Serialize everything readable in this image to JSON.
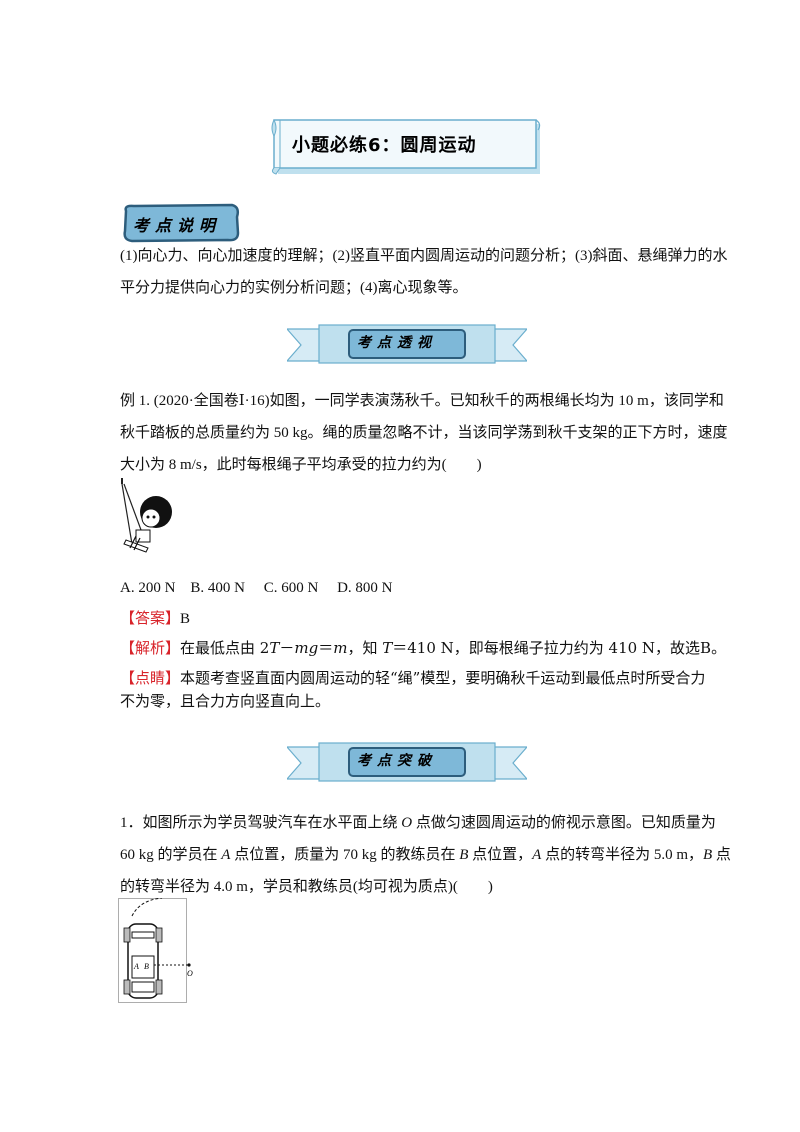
{
  "title": "小题必练6：圆周运动",
  "sections": {
    "explain": "考点说明",
    "analysis": "考点透视",
    "breakthrough": "考点突破"
  },
  "intro": {
    "line1": "(1)向心力、向心加速度的理解；(2)竖直平面内圆周运动的问题分析；(3)斜面、悬绳弹力的水",
    "line2": "平分力提供向心力的实例分析问题；(4)离心现象等。"
  },
  "example": {
    "line1": "例 1. (2020·全国卷Ⅰ·16)如图，一同学表演荡秋千。已知秋千的两根绳长均为 10 m，该同学和",
    "line2": "秋千踏板的总质量约为 50 kg。绳的质量忽略不计，当该同学荡到秋千支架的正下方时，速度",
    "line3": "大小为 8 m/s，此时每根绳子平均承受的拉力约为(　　)",
    "options": "A. 200 N　B. 400 N　 C. 600 N　 D. 800 N",
    "answer_label": "【答案】",
    "answer": "B",
    "analysis_label": "【解析】",
    "analysis_a": "在最低点由 2",
    "analysis_T": "T",
    "analysis_b": "－",
    "analysis_mg": "mg",
    "analysis_c": "＝",
    "analysis_m": "m",
    "analysis_d": "，知 ",
    "analysis_T2": "T",
    "analysis_e": "＝410 N，即每根绳子拉力约为 410 N，故选B。",
    "tip_label": "【点睛】",
    "tip_line1": "本题考查竖直面内圆周运动的轻“绳”模型，要明确秋千运动到最低点时所受合力",
    "tip_line2": "不为零，且合力方向竖直向上。"
  },
  "question1": {
    "line1_a": "1．如图所示为学员驾驶汽车在水平面上绕 ",
    "line1_O": "O",
    "line1_b": " 点做匀速圆周运动的俯视示意图。已知质量为",
    "line2_a": "60 kg 的学员在 ",
    "line2_A": "A",
    "line2_b": " 点位置，质量为 70 kg 的教练员在 ",
    "line2_B": "B",
    "line2_c": " 点位置，",
    "line2_A2": "A",
    "line2_d": " 点的转弯半径为 5.0 m，",
    "line2_B2": "B",
    "line2_e": " 点",
    "line3": "的转弯半径为 4.0 m，学员和教练员(均可视为质点)(　　)",
    "figure_A": "A",
    "figure_B": "B",
    "figure_O": "O"
  }
}
